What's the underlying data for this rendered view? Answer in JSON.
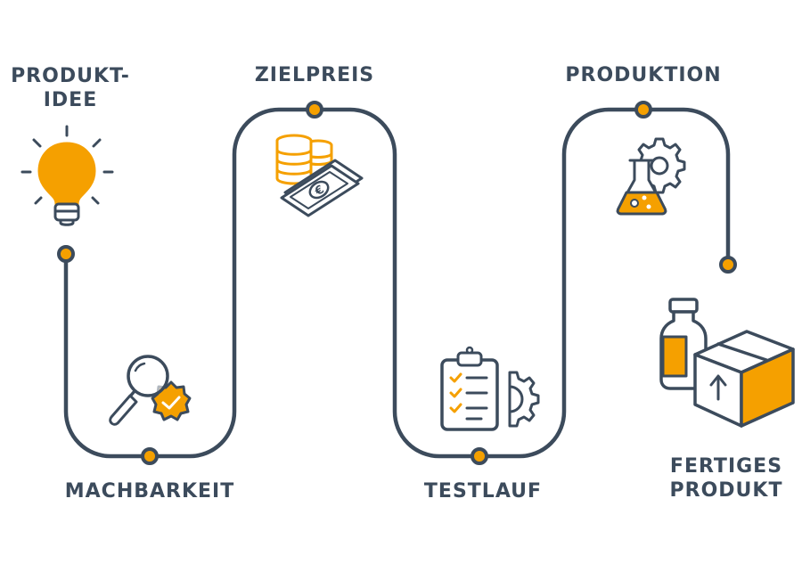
{
  "colors": {
    "navy": "#3c4b5c",
    "accent": "#f5a000",
    "white": "#ffffff"
  },
  "steps": [
    {
      "label_line1": "PRODUKT-",
      "label_line2": "IDEE",
      "icon": "lightbulb-icon"
    },
    {
      "label_line1": "MACHBARKEIT",
      "icon": "magnifier-badge-icon"
    },
    {
      "label_line1": "ZIELPREIS",
      "icon": "coins-banknote-icon"
    },
    {
      "label_line1": "TESTLAUF",
      "icon": "clipboard-checklist-gear-icon"
    },
    {
      "label_line1": "PRODUKTION",
      "icon": "flask-gear-icon"
    },
    {
      "label_line1": "FERTIGES",
      "label_line2": "PRODUKT",
      "icon": "bottle-box-icon"
    }
  ],
  "banknote_symbol": "€"
}
